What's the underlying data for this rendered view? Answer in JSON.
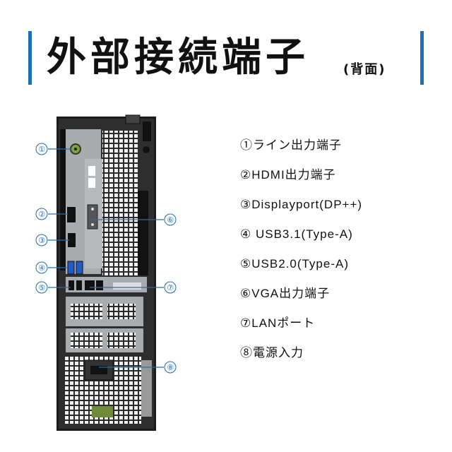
{
  "header": {
    "title": "外部接続端子",
    "subtitle": "(背面)"
  },
  "accent_color": "#1d6fb8",
  "callouts": [
    "①",
    "②",
    "③",
    "④",
    "⑤",
    "⑥",
    "⑦",
    "⑧"
  ],
  "legend": [
    "①ライン出力端子",
    "②HDMI出力端子",
    "③Displayport(DP++)",
    "④ USB3.1(Type-A)",
    "⑤USB2.0(Type-A)",
    "⑥VGA出力端子",
    "⑦LANポート",
    "⑧電源入力"
  ]
}
